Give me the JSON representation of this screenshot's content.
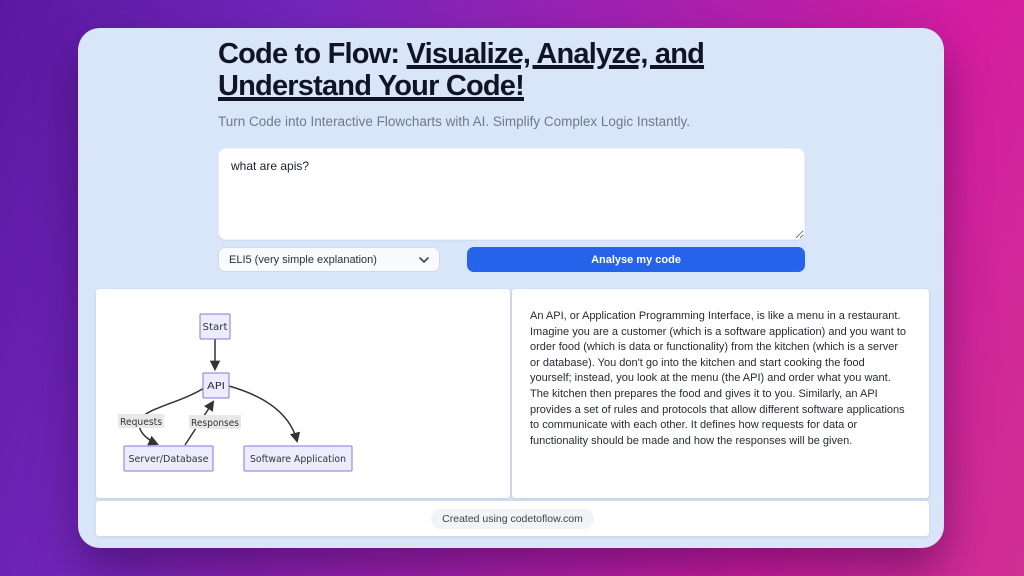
{
  "theme": {
    "background_gradient": [
      "#5a18a0",
      "#a521b0",
      "#d41da0"
    ],
    "card_bg": "#d9e6fa",
    "button_color": "#2563eb",
    "node_fill": "#ECECFF",
    "node_border": "#9370DB"
  },
  "hero": {
    "title_prefix": "Code to Flow: ",
    "title_underline_line1": "Visualize, Analyze, and",
    "title_underline_line2": "Understand Your Code!",
    "subtitle": "Turn Code into Interactive Flowcharts with AI. Simplify Complex Logic Instantly."
  },
  "input": {
    "code_value": "what are apis?",
    "explanation_select_value": "ELI5 (very simple explanation)",
    "analyse_button_label": "Analyse my code"
  },
  "results": {
    "flowchart": {
      "nodes": [
        {
          "id": "start",
          "label": "Start"
        },
        {
          "id": "api",
          "label": "API"
        },
        {
          "id": "server",
          "label": "Server/Database"
        },
        {
          "id": "software",
          "label": "Software Application"
        }
      ],
      "edges": [
        {
          "from": "start",
          "to": "api",
          "label": ""
        },
        {
          "from": "api",
          "to": "server",
          "label": "Requests"
        },
        {
          "from": "server",
          "to": "api",
          "label": "Responses"
        },
        {
          "from": "api",
          "to": "software",
          "label": ""
        }
      ]
    },
    "explanation": "An API, or Application Programming Interface, is like a menu in a restaurant. Imagine you are a customer (which is a software application) and you want to order food (which is data or functionality) from the kitchen (which is a server or database). You don't go into the kitchen and start cooking the food yourself; instead, you look at the menu (the API) and order what you want. The kitchen then prepares the food and gives it to you. Similarly, an API provides a set of rules and protocols that allow different software applications to communicate with each other. It defines how requests for data or functionality should be made and how the responses will be given."
  },
  "footer": {
    "credit_badge": "Created using codetoflow.com"
  }
}
